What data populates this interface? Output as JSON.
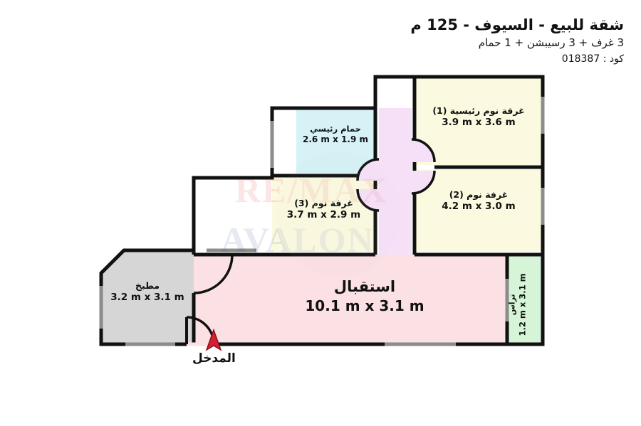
{
  "header": {
    "title": "شقة للبيع - السيوف - 125 م",
    "subtitle": "3 غرف + 3 رسيبشن + 1 حمام",
    "code": "كود : 018387"
  },
  "plan": {
    "entrance_label": "المدخل",
    "entrance_marker": "arrow-up-icon",
    "colors": {
      "bedroom": "#FBFAE0",
      "reception": "#FBE0E4",
      "corridor": "#F6E0F8",
      "bathroom": "#D6F2F7",
      "kitchen": "#D6D6D6",
      "terrace": "#D6F5D8",
      "wall": "#111111",
      "window": "#8C8C8C",
      "entrance_arrow": "#D32030"
    },
    "rooms": [
      {
        "id": "master-bedroom",
        "name": "غرفة نوم رئيسية (1)",
        "dimensions": "3.9 m x 3.6 m",
        "fill": "#FBFAE0"
      },
      {
        "id": "bedroom-2",
        "name": "غرفة نوم (2)",
        "dimensions": "4.2 m x 3.0 m",
        "fill": "#FBFAE0"
      },
      {
        "id": "bedroom-3",
        "name": "غرفة نوم (3)",
        "dimensions": "3.7 m x 2.9 m",
        "fill": "#FBFAE0"
      },
      {
        "id": "master-bathroom",
        "name": "حمام رئيسي",
        "dimensions": "2.6 m x 1.9 m",
        "fill": "#D6F2F7"
      },
      {
        "id": "kitchen",
        "name": "مطبخ",
        "dimensions": "3.2 m x 3.1 m",
        "fill": "#D6D6D6"
      },
      {
        "id": "reception",
        "name": "استقبال",
        "dimensions": "10.1 m x 3.1 m",
        "fill": "#FBE0E4"
      },
      {
        "id": "terrace",
        "name": "تراس",
        "dimensions": "1.2 m x 3.1 m",
        "fill": "#D6F5D8"
      }
    ]
  },
  "watermark": {
    "line1": "RE/MAX",
    "line2": "AVALON"
  }
}
